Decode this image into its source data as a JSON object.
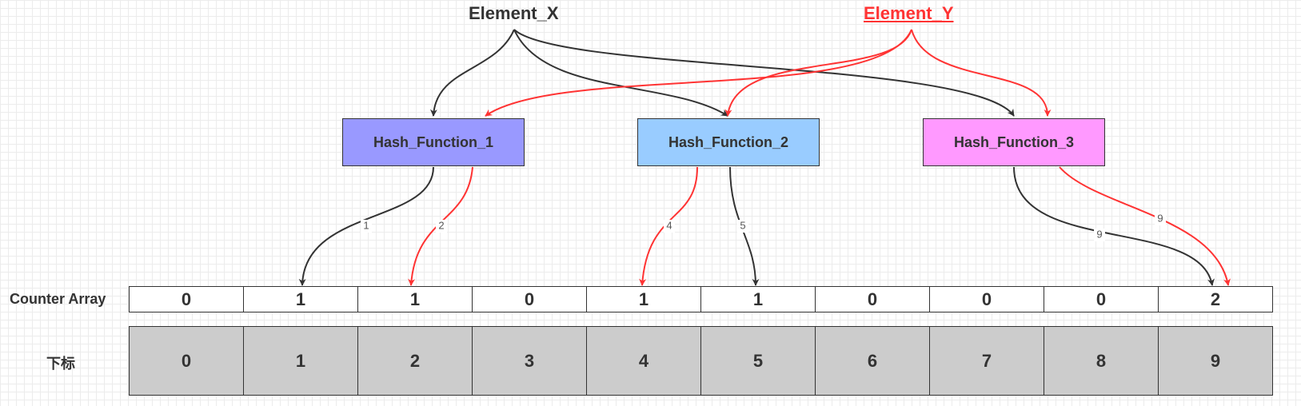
{
  "elements": {
    "x": {
      "label": "Element_X"
    },
    "y": {
      "label": "Element_Y"
    }
  },
  "hash_functions": [
    {
      "label": "Hash_Function_1",
      "color": "#9999ff"
    },
    {
      "label": "Hash_Function_2",
      "color": "#99ccff"
    },
    {
      "label": "Hash_Function_3",
      "color": "#ff99ff"
    }
  ],
  "arrays": {
    "counter_label": "Counter Array",
    "index_label": "下标",
    "counters": [
      "0",
      "1",
      "1",
      "0",
      "1",
      "1",
      "0",
      "0",
      "0",
      "2"
    ],
    "indices": [
      "0",
      "1",
      "2",
      "3",
      "4",
      "5",
      "6",
      "7",
      "8",
      "9"
    ]
  },
  "edge_labels": {
    "x_h1": "1",
    "y_h1": "2",
    "y_h2": "4",
    "x_h2": "5",
    "x_h3": "9",
    "y_h3": "9"
  },
  "colors": {
    "element_x_edges": "#333333",
    "element_y_edges": "#ff3333"
  }
}
